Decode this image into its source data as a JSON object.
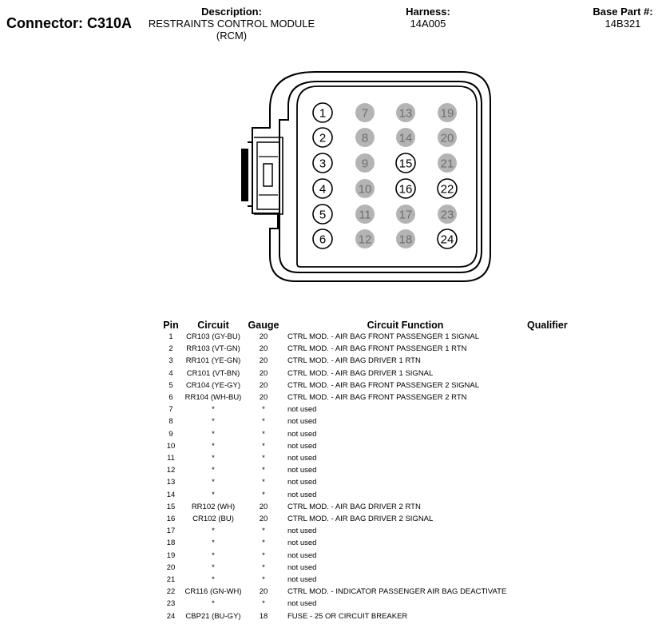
{
  "header": {
    "connector_label": "Connector:",
    "connector_id": "C310A",
    "description_label": "Description:",
    "description_line1": "RESTRAINTS CONTROL MODULE",
    "description_line2": "(RCM)",
    "harness_label": "Harness:",
    "harness_value": "14A005",
    "base_part_label": "Base Part #:",
    "base_part_value": "14B321"
  },
  "connector_pins": [
    {
      "num": "1",
      "used": true
    },
    {
      "num": "2",
      "used": true
    },
    {
      "num": "3",
      "used": true
    },
    {
      "num": "4",
      "used": true
    },
    {
      "num": "5",
      "used": true
    },
    {
      "num": "6",
      "used": true
    },
    {
      "num": "7",
      "used": false
    },
    {
      "num": "8",
      "used": false
    },
    {
      "num": "9",
      "used": false
    },
    {
      "num": "10",
      "used": false
    },
    {
      "num": "11",
      "used": false
    },
    {
      "num": "12",
      "used": false
    },
    {
      "num": "13",
      "used": false
    },
    {
      "num": "14",
      "used": false
    },
    {
      "num": "15",
      "used": true
    },
    {
      "num": "16",
      "used": true
    },
    {
      "num": "17",
      "used": false
    },
    {
      "num": "18",
      "used": false
    },
    {
      "num": "19",
      "used": false
    },
    {
      "num": "20",
      "used": false
    },
    {
      "num": "21",
      "used": false
    },
    {
      "num": "22",
      "used": true
    },
    {
      "num": "23",
      "used": false
    },
    {
      "num": "24",
      "used": true
    }
  ],
  "colors": {
    "used_pin_fill": "#ffffff",
    "unused_pin_fill": "#b4b4b4",
    "unused_pin_text": "#6e6e6e"
  },
  "table": {
    "headers": {
      "pin": "Pin",
      "circuit": "Circuit",
      "gauge": "Gauge",
      "function": "Circuit Function",
      "qualifier": "Qualifier"
    },
    "rows": [
      {
        "pin": "1",
        "circuit": "CR103 (GY-BU)",
        "gauge": "20",
        "function": "CTRL MOD. - AIR BAG FRONT PASSENGER 1 SIGNAL"
      },
      {
        "pin": "2",
        "circuit": "RR103 (VT-GN)",
        "gauge": "20",
        "function": "CTRL MOD. - AIR BAG FRONT PASSENGER 1 RTN"
      },
      {
        "pin": "3",
        "circuit": "RR101 (YE-GN)",
        "gauge": "20",
        "function": "CTRL MOD. - AIR BAG DRIVER 1 RTN"
      },
      {
        "pin": "4",
        "circuit": "CR101 (VT-BN)",
        "gauge": "20",
        "function": "CTRL MOD. - AIR BAG DRIVER 1 SIGNAL"
      },
      {
        "pin": "5",
        "circuit": "CR104 (YE-GY)",
        "gauge": "20",
        "function": "CTRL MOD. - AIR BAG FRONT PASSENGER 2 SIGNAL"
      },
      {
        "pin": "6",
        "circuit": "RR104 (WH-BU)",
        "gauge": "20",
        "function": "CTRL MOD. - AIR BAG FRONT PASSENGER 2 RTN"
      },
      {
        "pin": "7",
        "circuit": "*",
        "gauge": "*",
        "function": "not used"
      },
      {
        "pin": "8",
        "circuit": "*",
        "gauge": "*",
        "function": "not used"
      },
      {
        "pin": "9",
        "circuit": "*",
        "gauge": "*",
        "function": "not used"
      },
      {
        "pin": "10",
        "circuit": "*",
        "gauge": "*",
        "function": "not used"
      },
      {
        "pin": "11",
        "circuit": "*",
        "gauge": "*",
        "function": "not used"
      },
      {
        "pin": "12",
        "circuit": "*",
        "gauge": "*",
        "function": "not used"
      },
      {
        "pin": "13",
        "circuit": "*",
        "gauge": "*",
        "function": "not used"
      },
      {
        "pin": "14",
        "circuit": "*",
        "gauge": "*",
        "function": "not used"
      },
      {
        "pin": "15",
        "circuit": "RR102 (WH)",
        "gauge": "20",
        "function": "CTRL MOD. - AIR BAG DRIVER 2 RTN"
      },
      {
        "pin": "16",
        "circuit": "CR102 (BU)",
        "gauge": "20",
        "function": "CTRL MOD. - AIR BAG DRIVER 2 SIGNAL"
      },
      {
        "pin": "17",
        "circuit": "*",
        "gauge": "*",
        "function": "not used"
      },
      {
        "pin": "18",
        "circuit": "*",
        "gauge": "*",
        "function": "not used"
      },
      {
        "pin": "19",
        "circuit": "*",
        "gauge": "*",
        "function": "not used"
      },
      {
        "pin": "20",
        "circuit": "*",
        "gauge": "*",
        "function": "not used"
      },
      {
        "pin": "21",
        "circuit": "*",
        "gauge": "*",
        "function": "not used"
      },
      {
        "pin": "22",
        "circuit": "CR116 (GN-WH)",
        "gauge": "20",
        "function": "CTRL MOD. - INDICATOR PASSENGER AIR BAG DEACTIVATE"
      },
      {
        "pin": "23",
        "circuit": "*",
        "gauge": "*",
        "function": "not used"
      },
      {
        "pin": "24",
        "circuit": "CBP21 (BU-GY)",
        "gauge": "18",
        "function": "FUSE - 25 OR CIRCUIT BREAKER"
      }
    ]
  }
}
